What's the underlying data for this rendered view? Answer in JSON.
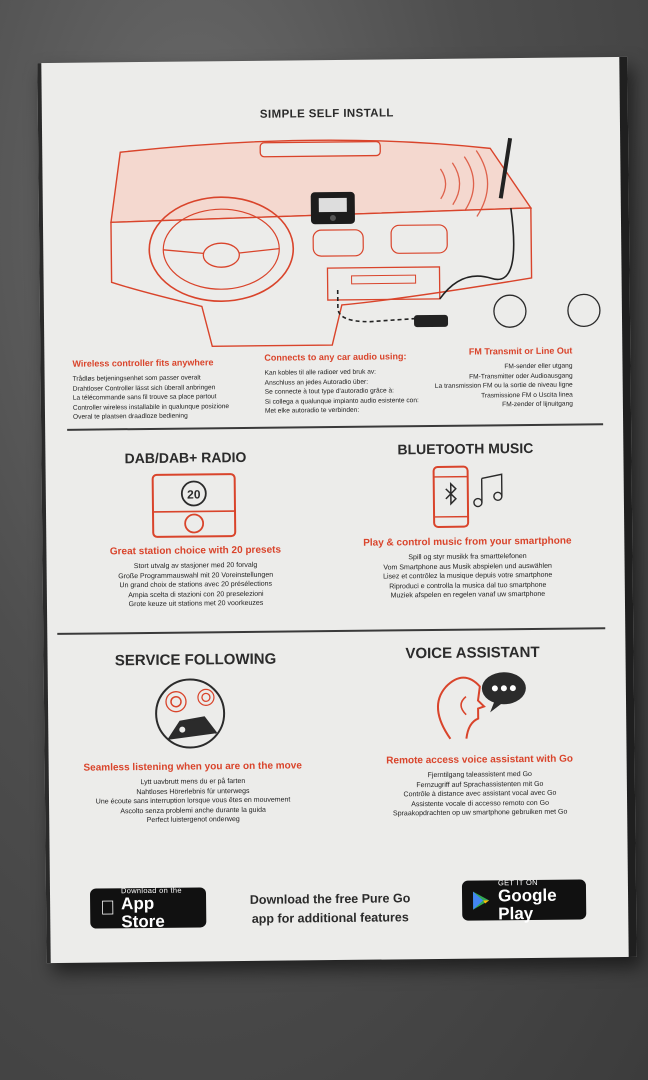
{
  "install": {
    "title": "SIMPLE SELF INSTALL",
    "wireless": {
      "heading": "Wireless controller fits anywhere",
      "lines": [
        "Trådløs betjeningsenhet som passer overalt",
        "Drahtloser Controller lässt sich überall anbringen",
        "La télécommande sans fil trouve sa place partout",
        "Controller wireless installabile in qualunque posizione",
        "Overal te plaatsen draadloze bediening"
      ]
    },
    "connect": {
      "heading": "Connects to any car audio using:",
      "lines": [
        "Kan kobles til alle radioer ved bruk av:",
        "Anschluss an jedes Autoradio über:",
        "Se connecte à tout type d'autoradio grâce à:",
        "Si collega a qualunque impianto audio esistente con:",
        "Met elke autoradio te verbinden:"
      ]
    },
    "fm": {
      "heading": "FM Transmit or Line Out",
      "lines": [
        "FM-sender eller utgang",
        "FM-Transmitter oder Audioausgang",
        "La transmission FM ou la sortie de niveau ligne",
        "Trasmissione FM o Uscita linea",
        "FM-zender of lijnuitgang"
      ]
    }
  },
  "dab": {
    "title": "DAB/DAB+ RADIO",
    "badge": "20",
    "heading": "Great station choice with 20 presets",
    "lines": [
      "Stort utvalg av stasjoner med 20 forvalg",
      "Große Programmauswahl mit 20 Voreinstellungen",
      "Un grand choix de stations avec 20 présélections",
      "Ampia scelta di stazioni con 20 preselezioni",
      "Grote keuze uit stations met 20 voorkeuzes"
    ]
  },
  "bluetooth": {
    "title": "BLUETOOTH MUSIC",
    "heading": "Play & control music from your smartphone",
    "lines": [
      "Spill og styr musikk fra smarttelefonen",
      "Vom Smartphone aus Musik abspielen und auswählen",
      "Lisez et contrôlez la musique depuis votre smartphone",
      "Riproduci e controlla la musica dal tuo smartphone",
      "Muziek afspelen en regelen vanaf uw smartphone"
    ]
  },
  "service": {
    "title": "SERVICE FOLLOWING",
    "heading": "Seamless listening when you are on the move",
    "lines": [
      "Lytt uavbrutt mens du er på farten",
      "Nahtloses Hörerlebnis für unterwegs",
      "Une écoute sans interruption lorsque vous êtes en mouvement",
      "Ascolto senza problemi anche durante la guida",
      "Perfect luistergenot onderweg"
    ]
  },
  "voice": {
    "title": "VOICE ASSISTANT",
    "heading": "Remote access voice assistant with Go",
    "lines": [
      "Fjerntilgang taleassistent med Go",
      "Fernzugriff auf Sprachassistenten mit Go",
      "Contrôle à distance avec assistant vocal avec Go",
      "Assistente vocale di accesso remoto con Go",
      "Spraakopdrachten op uw smartphone gebruiken met Go"
    ]
  },
  "footer": {
    "appstore_small": "Download on the",
    "appstore_large": "App Store",
    "promo_line1": "Download the free Pure Go",
    "promo_line2": "app for additional features",
    "play_small": "GET IT ON",
    "play_large": "Google Play"
  },
  "colors": {
    "accent": "#d9442b",
    "box": "#ececea",
    "ink": "#2b2b2b"
  }
}
